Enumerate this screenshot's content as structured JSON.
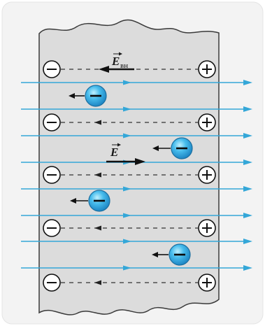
{
  "labels": {
    "internal_field_symbol": "E",
    "internal_field_subscript": "вн",
    "external_field_symbol": "E"
  },
  "signs": {
    "negative": "−",
    "positive": "+"
  },
  "colors": {
    "card_background": "#f3f3f3",
    "slab_fill": "#dcdcdc",
    "slab_stroke": "#3a3a3a",
    "field_line": "#34a7d8",
    "electron_fill": "#2aa9e0",
    "electron_stroke": "#1b6fa0",
    "internal_field_line": "#333333"
  },
  "electron_count": 4,
  "external_field_line_count": 8,
  "charge_pair_count": 5
}
